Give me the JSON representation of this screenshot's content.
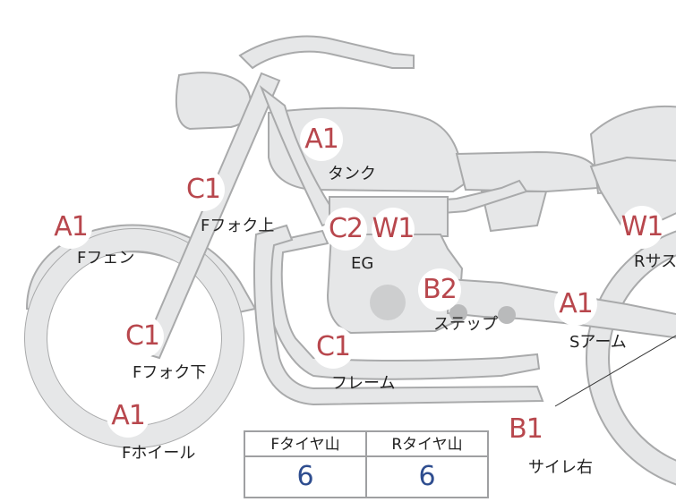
{
  "markers": [
    {
      "id": "tank",
      "code": "A1",
      "label": "タンク"
    },
    {
      "id": "fork-upper",
      "code": "C1",
      "label": "Fフォク上"
    },
    {
      "id": "front-fender",
      "code": "A1",
      "label": "Fフェン"
    },
    {
      "id": "engine-c2",
      "code": "C2",
      "label": ""
    },
    {
      "id": "engine-w1",
      "code": "W1",
      "label": "EG"
    },
    {
      "id": "step",
      "code": "B2",
      "label": "ステップ"
    },
    {
      "id": "fork-lower",
      "code": "C1",
      "label": "Fフォク下"
    },
    {
      "id": "frame",
      "code": "C1",
      "label": "フレーム"
    },
    {
      "id": "front-wheel",
      "code": "A1",
      "label": "Fホイール"
    },
    {
      "id": "swing-arm",
      "code": "A1",
      "label": "Sアーム"
    },
    {
      "id": "rear-suspension",
      "code": "W1",
      "label": "Rサス"
    },
    {
      "id": "muffler-right",
      "code": "B1",
      "label": "サイレ右"
    }
  ],
  "tire_table": {
    "front_header": "Fタイヤ山",
    "rear_header": "Rタイヤ山",
    "front_value": "6",
    "rear_value": "6"
  },
  "colors": {
    "marker_text": "#b8474d",
    "value_text": "#2e4d8f",
    "part_fill": "#e6e7e8",
    "part_stroke": "#a9aaab"
  }
}
